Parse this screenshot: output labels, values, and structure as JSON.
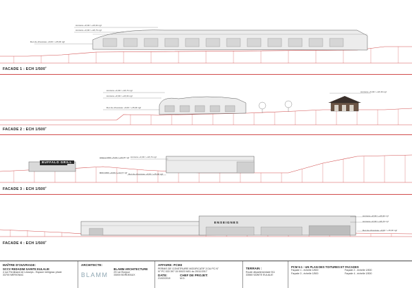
{
  "facades": [
    {
      "label": "FACADE 1 : ECH 1/500",
      "suffix": "e",
      "levels": [
        "Acrotère +8,00 / +23,04 ngf",
        "Acrotère +6,00 / +18,74 ngf",
        "Rez-de-chaussée +0,00 / +15,00 ngf"
      ]
    },
    {
      "label": "FACADE 2 : ECH 1/500",
      "suffix": "e",
      "levels": [
        "Acrotère +6,00 / +18,74 ngf",
        "Acrotère +8,00 / +23,04 ngf",
        "Rez-de-chaussée +0,00 / +15,00 ngf",
        "Acrotère +5,00 / +18,30 ngf"
      ]
    },
    {
      "label": "FACADE 3 : ECH 1/500",
      "suffix": "e",
      "levels": [
        "Acrotère +6,00 / +18,74 ngf",
        "Attique RDC +5,00 / +20,30 ngf",
        "RDC RDC +0,00 / +14,77 ngf",
        "Rez-de-chaussée +0,00 / +15,00 ngf"
      ],
      "sign": "BUFFALO GRILL"
    },
    {
      "label": "FACADE 4 : ECH 1/500",
      "suffix": "e",
      "levels": [
        "Acrotère +8,00 / +23,04 ngf",
        "Acrotère +6,00 / +18,74 ngf",
        "Rez-de-chaussée +0,00 / +15,00 ngf"
      ],
      "sign": "ENSEIGNES"
    }
  ],
  "cartouche": {
    "owner_title": "MAÎTRE D'OUVRAGE:",
    "owner_name": "SCCV REDADIM SAINTE EULALIE",
    "owner_addr1": "4 rue Ferdinand de Lesseps - Espace mérignac phare",
    "owner_addr2": "33700 MERIGNAC",
    "architect_title": "ARCHITECTE:",
    "architect_logo": "BLAMM",
    "architect_name": "BLAMM ARCHITECTURE",
    "architect_addr1": "29 rue Esnjour",
    "architect_addr2": "33000 BORDEAUX",
    "affaire_title": "AFFAIRE: PCM3",
    "affaire_line1": "PERMIS DE CONSTRUIRE MODIFICATIF 3 DU PC N°",
    "affaire_line2": "N° PC 033 397 15 00023 M01 du 20/11/2017",
    "date_title": "DATE:",
    "date_value": "21/02/2019",
    "chef_title": "CHEF DE PROJET:",
    "chef_value": "M.D.",
    "terrain_title": "TERRAIN :",
    "terrain_line1": "Route départementale 911",
    "terrain_line2": "33560 SAINTE EULALIE",
    "plan_title": "PCM 5-1 : UN PLAN DES TOITURES ET FACADES",
    "plan_items": [
      "Façade 1 - échelle 1/500",
      "Façade 2 - échelle 1/500",
      "Façade 3 - échelle 1/500",
      "Façade 4 - échelle 1/500"
    ]
  },
  "colors": {
    "accent_red": "#d14a4a",
    "building_gray": "#8c8c8c",
    "text": "#222222"
  }
}
